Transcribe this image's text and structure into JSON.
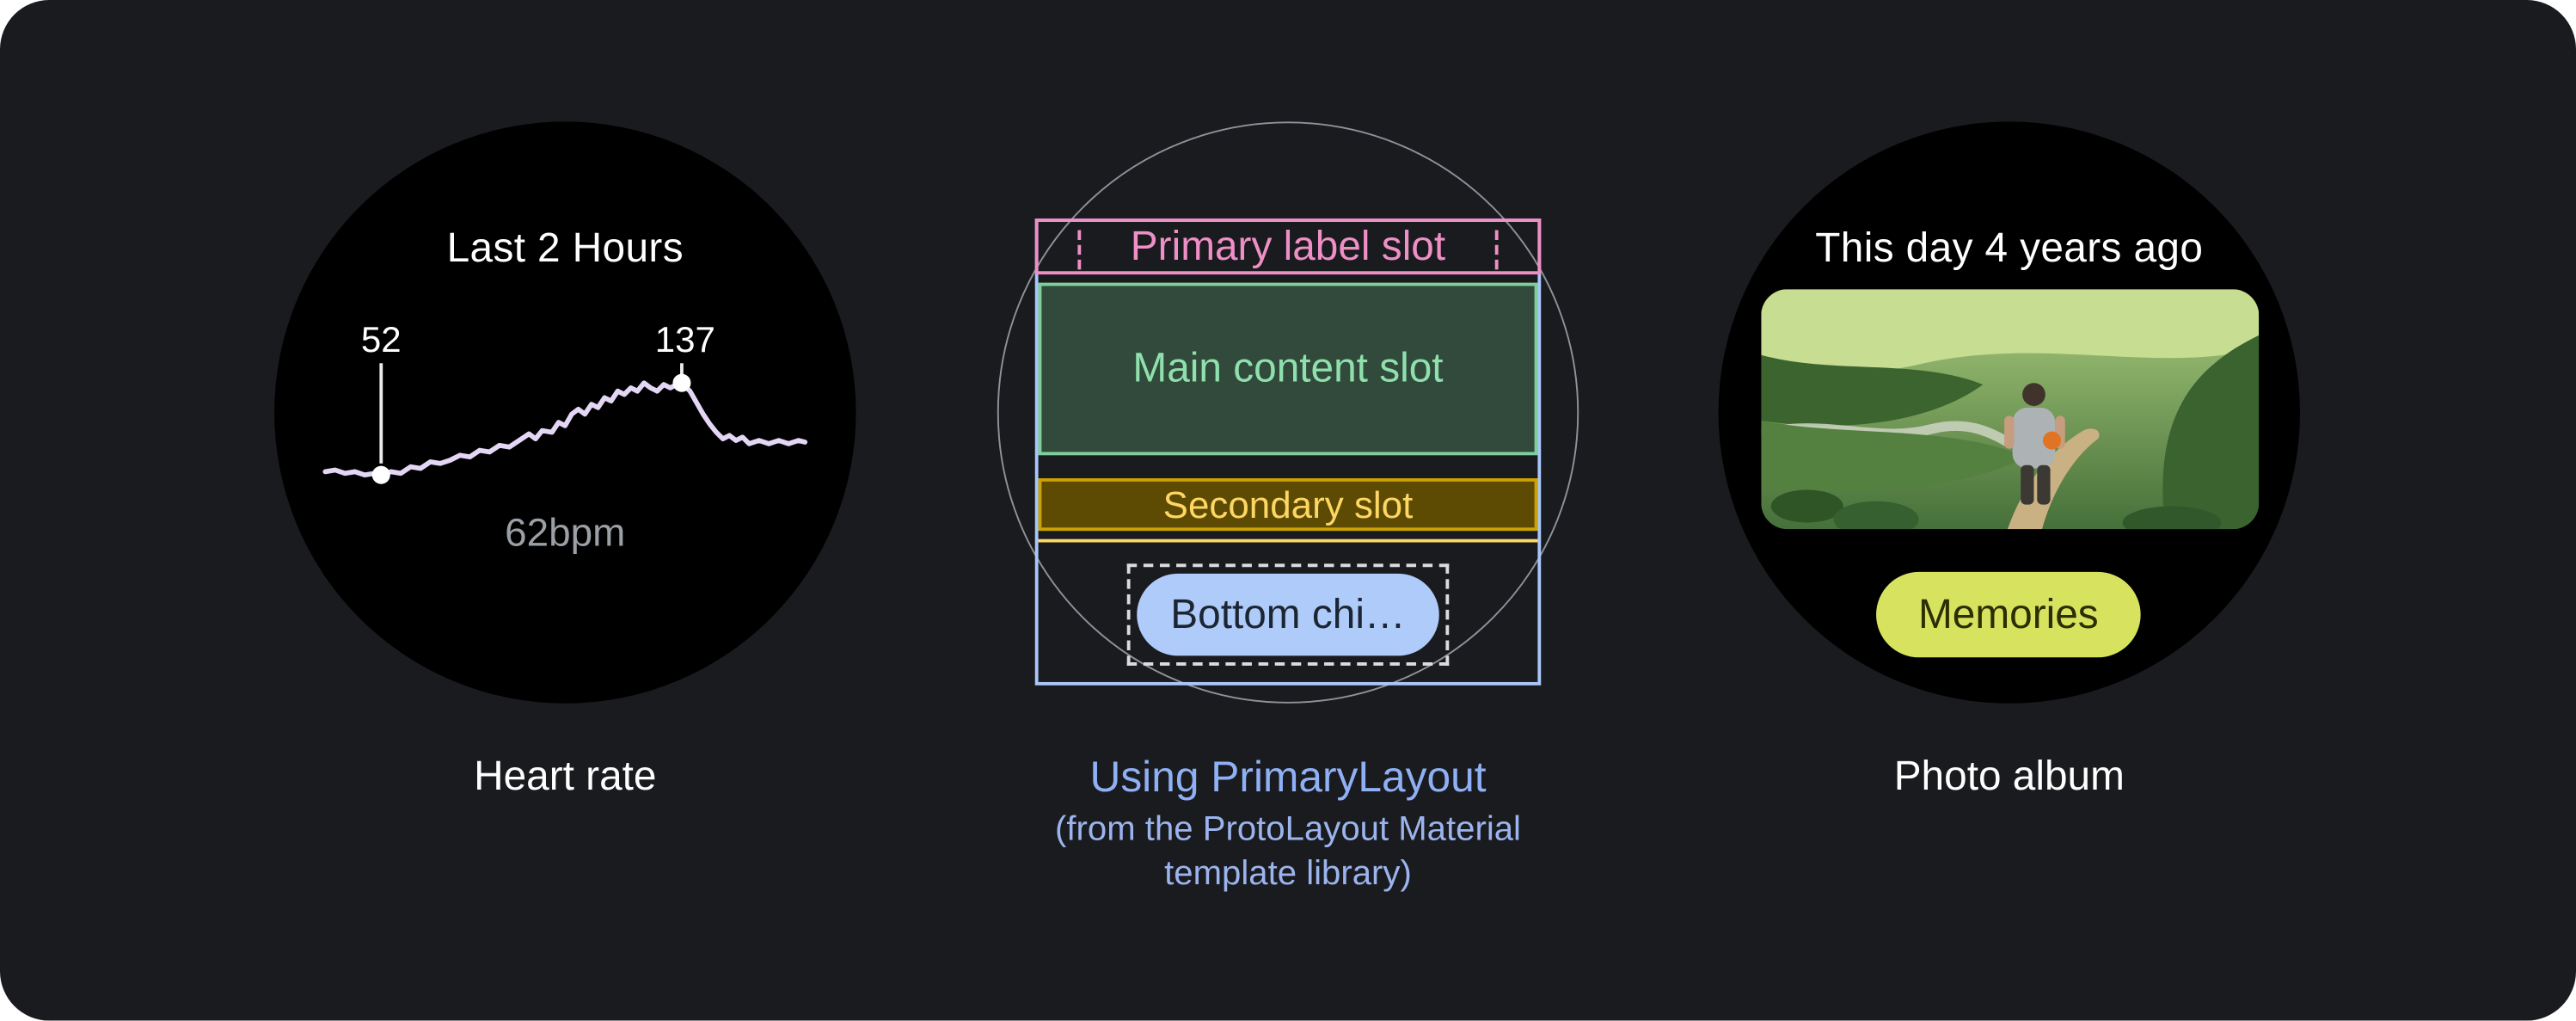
{
  "canvas": {
    "background": "#1a1b1e"
  },
  "heart_rate_watch": {
    "title": "Last 2 Hours",
    "low_value": "52",
    "high_value": "137",
    "current_value": "62bpm",
    "caption": "Heart rate"
  },
  "primary_layout_watch": {
    "primary_label_slot": "Primary label slot",
    "main_content_slot": "Main content slot",
    "secondary_slot": "Secondary slot",
    "bottom_chip": "Bottom chi…",
    "caption_title": "Using PrimaryLayout",
    "caption_sub1": "(from the ProtoLayout Material",
    "caption_sub2": "template library)"
  },
  "photo_watch": {
    "title": "This day 4 years ago",
    "button": "Memories",
    "caption": "Photo album"
  },
  "colors": {
    "primary_pink": "#ee8fc6",
    "main_green_text": "#8fe0ad",
    "secondary_yellow_text": "#fdd663",
    "chip_blue": "#aecbfa",
    "outline_blue": "#a8c7fa",
    "caption_blue_title": "#8fb0f5",
    "caption_blue_sub": "#9cb4ee",
    "heart_line": "#e4d7f5",
    "memories_lime": "#d7e35f"
  },
  "chart_data": {
    "type": "line",
    "title": "Last 2 Hours",
    "series": [
      {
        "name": "heart-rate-bpm",
        "values": [
          52,
          54,
          58,
          62,
          68,
          75,
          84,
          95,
          108,
          120,
          130,
          137,
          110,
          85,
          70,
          64,
          62
        ]
      }
    ],
    "annotations": [
      "52",
      "137",
      "62bpm"
    ],
    "xlabel": "",
    "ylabel": "",
    "legend": "none",
    "grid": false
  }
}
